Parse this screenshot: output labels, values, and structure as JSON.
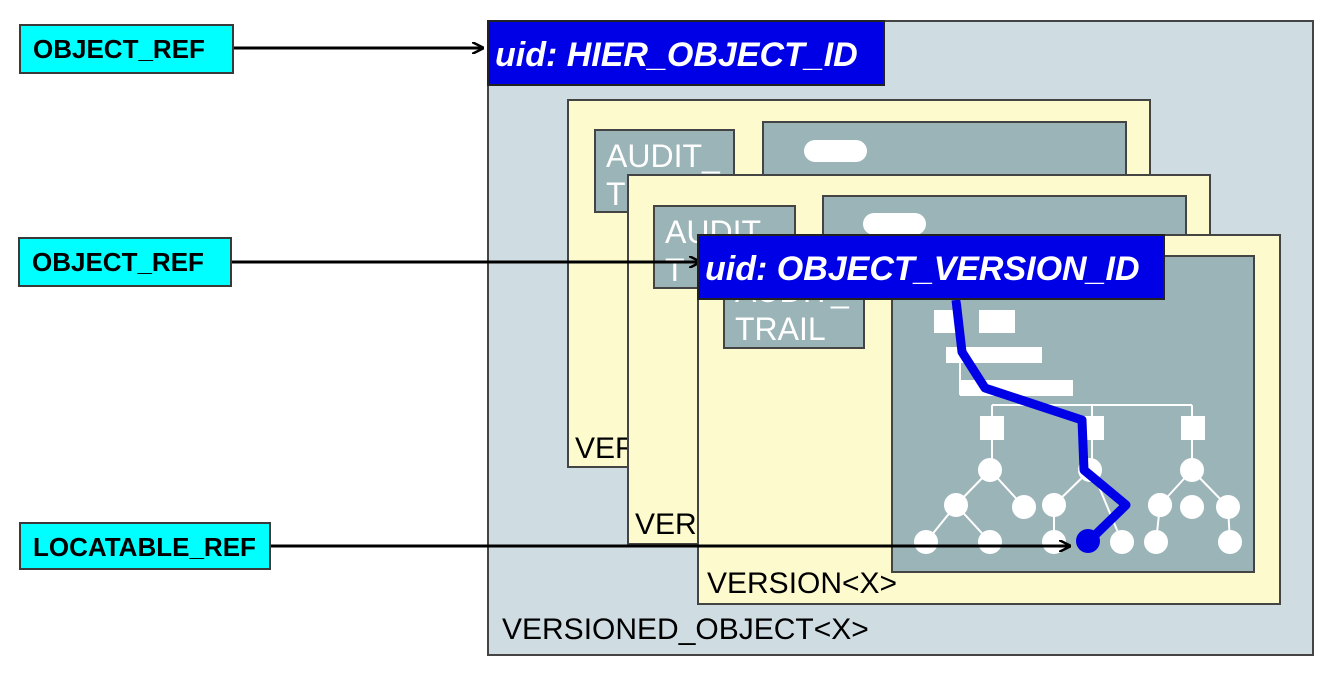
{
  "refs": {
    "top": "OBJECT_REF",
    "middle": "OBJECT_REF",
    "bottom": "LOCATABLE_REF"
  },
  "versioned_object": {
    "uid_label": "uid: HIER_OBJECT_ID",
    "label": "VERSIONED_OBJECT<X>"
  },
  "versions": {
    "back": {
      "audit_line1": "AUDIT_",
      "audit_line2": "T",
      "label": "VER"
    },
    "middle": {
      "audit_line1": "AUDIT_",
      "audit_line2": "T",
      "label": "VERS"
    },
    "front": {
      "audit_line1": "AUDIT_",
      "audit_line2": "TRAIL",
      "uid_label": "uid: OBJECT_VERSION_ID",
      "label": "VERSION<X>"
    }
  },
  "colors": {
    "ref_box": "#00ffff",
    "uid_box": "#0000e6",
    "versioned_object_bg": "#cfdde3",
    "version_bg": "#fdfbce",
    "content_bg": "#9bb4b8",
    "path_line": "#0000e6"
  }
}
